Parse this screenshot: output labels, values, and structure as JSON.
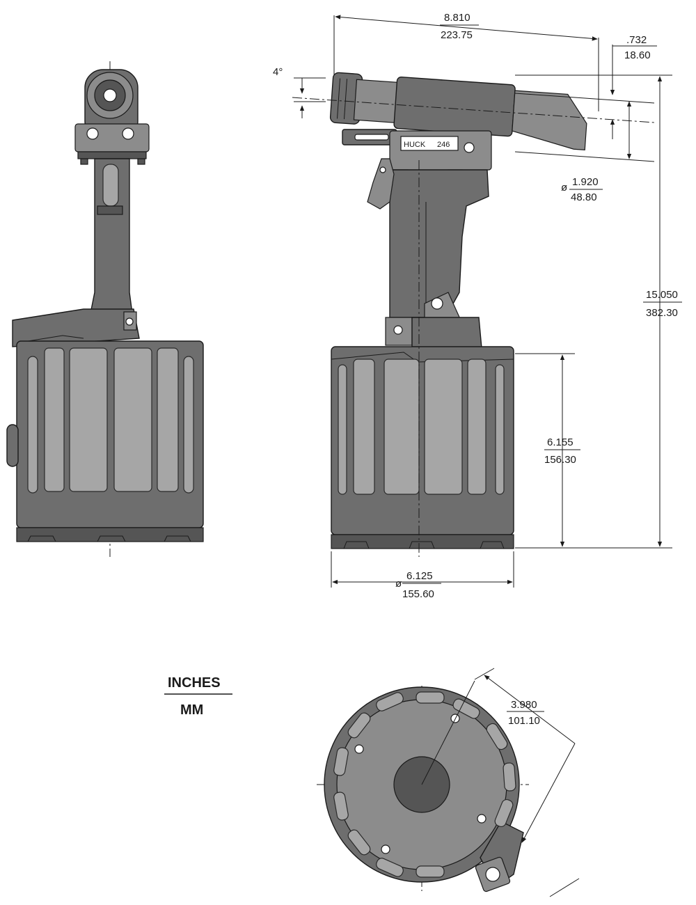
{
  "units": {
    "top": "INCHES",
    "bottom": "MM"
  },
  "brand_plate": {
    "brand": "HUCK",
    "model": "246"
  },
  "dimensions": {
    "angle": "4°",
    "nose_length": {
      "inches": "8.810",
      "mm": "223.75"
    },
    "nose_offset": {
      "inches": ".732",
      "mm": "18.60"
    },
    "head_diameter": {
      "prefix": "ø",
      "inches": "1.920",
      "mm": "48.80"
    },
    "overall_height": {
      "inches": "15.050",
      "mm": "382.30"
    },
    "base_height": {
      "inches": "6.155",
      "mm": "156.30"
    },
    "base_diameter": {
      "prefix": "ø",
      "inches": "6.125",
      "mm": "155.60"
    },
    "bottom_radius": {
      "inches": "3.980",
      "mm": "101.10"
    }
  },
  "colors": {
    "line": "#1a1a1a",
    "body_fill": "#6e6e6e",
    "slot_fill": "#a6a6a6"
  }
}
